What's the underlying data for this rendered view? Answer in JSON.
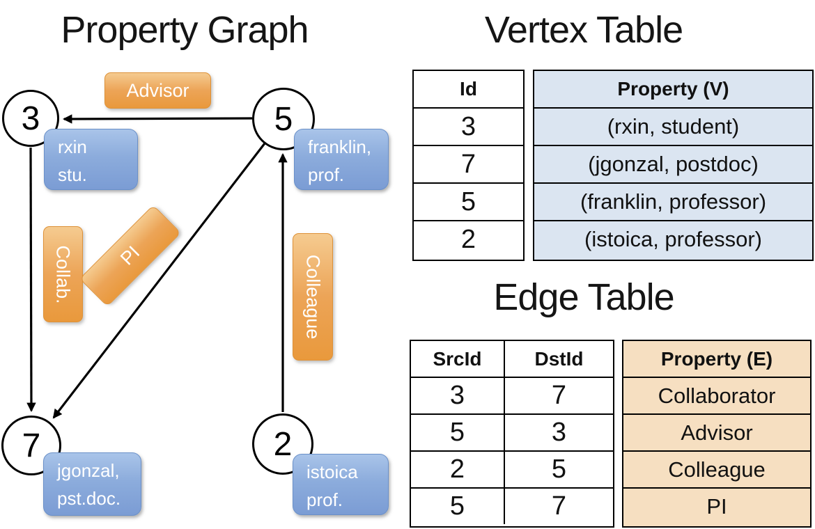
{
  "property_graph": {
    "title": "Property Graph",
    "nodes": [
      {
        "id": "3",
        "label_line1": "rxin",
        "label_line2": "stu."
      },
      {
        "id": "5",
        "label_line1": "franklin,",
        "label_line2": "prof."
      },
      {
        "id": "7",
        "label_line1": "jgonzal,",
        "label_line2": "pst.doc."
      },
      {
        "id": "2",
        "label_line1": "istoica",
        "label_line2": "prof."
      }
    ],
    "edge_labels": {
      "advisor": "Advisor",
      "collab": "Collab.",
      "pi": "PI",
      "colleague": "Colleague"
    },
    "edges": [
      {
        "src": "5",
        "dst": "3",
        "label": "Advisor"
      },
      {
        "src": "3",
        "dst": "7",
        "label": "Collab."
      },
      {
        "src": "5",
        "dst": "7",
        "label": "PI"
      },
      {
        "src": "2",
        "dst": "5",
        "label": "Colleague"
      }
    ]
  },
  "vertex_table": {
    "title": "Vertex Table",
    "columns": [
      "Id",
      "Property (V)"
    ],
    "rows": [
      [
        "3",
        "(rxin, student)"
      ],
      [
        "7",
        "(jgonzal, postdoc)"
      ],
      [
        "5",
        "(franklin, professor)"
      ],
      [
        "2",
        "(istoica, professor)"
      ]
    ]
  },
  "edge_table": {
    "title": "Edge Table",
    "columns": [
      "SrcId",
      "DstId",
      "Property (E)"
    ],
    "rows": [
      [
        "3",
        "7",
        "Collaborator"
      ],
      [
        "5",
        "3",
        "Advisor"
      ],
      [
        "2",
        "5",
        "Colleague"
      ],
      [
        "5",
        "7",
        "PI"
      ]
    ]
  },
  "colors": {
    "vertex_label_blue_top": "#a9c4e9",
    "vertex_label_blue_bottom": "#7b9cd4",
    "edge_label_orange_top": "#f5cb90",
    "edge_label_orange_bottom": "#e9993c",
    "vertex_property_bg": "#dbe5f1",
    "edge_property_bg": "#f6dfc1",
    "line_color": "#000000"
  }
}
